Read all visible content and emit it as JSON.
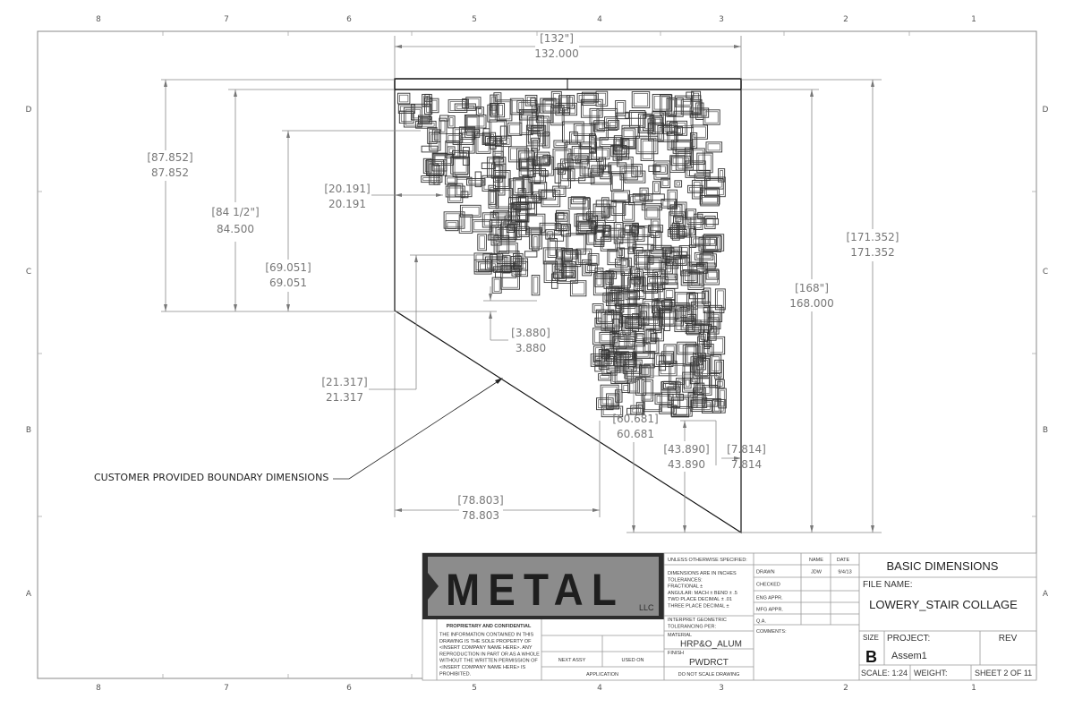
{
  "zones": {
    "columns": [
      "8",
      "7",
      "6",
      "5",
      "4",
      "3",
      "2",
      "1"
    ],
    "rows": [
      "D",
      "C",
      "B",
      "A"
    ]
  },
  "dimensions": {
    "width_top": {
      "bracket": "[132\"]",
      "value": "132.000"
    },
    "height_left_outer": {
      "bracket": "[87.852]",
      "value": "87.852"
    },
    "height_left_mid": {
      "bracket": "[84 1/2\"]",
      "value": "84.500"
    },
    "height_left_inner": {
      "bracket": "[69.051]",
      "value": "69.051"
    },
    "offset_left": {
      "bracket": "[20.191]",
      "value": "20.191"
    },
    "gap_small": {
      "bracket": "[3.880]",
      "value": "3.880"
    },
    "height_lower": {
      "bracket": "[21.317]",
      "value": "21.317"
    },
    "height_right_a": {
      "bracket": "[60.681]",
      "value": "60.681"
    },
    "height_right_b": {
      "bracket": "[43.890]",
      "value": "43.890"
    },
    "offset_right": {
      "bracket": "[7.814]",
      "value": "7.814"
    },
    "width_bottom": {
      "bracket": "[78.803]",
      "value": "78.803"
    },
    "height_right_inner": {
      "bracket": "[168\"]",
      "value": "168.000"
    },
    "height_right_outer": {
      "bracket": "[171.352]",
      "value": "171.352"
    }
  },
  "annotation": "CUSTOMER PROVIDED BOUNDARY DIMENSIONS",
  "title_block": {
    "logo": {
      "main": "METAL",
      "sub": "LLC"
    },
    "proprietary_title": "PROPRIETARY AND CONFIDENTIAL",
    "proprietary_lines": [
      "THE INFORMATION CONTAINED IN THIS",
      "DRAWING IS THE SOLE PROPERTY OF",
      "<INSERT COMPANY NAME HERE>.  ANY",
      "REPRODUCTION IN PART OR AS A WHOLE",
      "WITHOUT THE WRITTEN PERMISSION OF",
      "<INSERT COMPANY NAME HERE> IS",
      "PROHIBITED."
    ],
    "next_assy": "NEXT ASSY",
    "used_on": "USED ON",
    "application": "APPLICATION",
    "unless": "UNLESS OTHERWISE SPECIFIED:",
    "tolerance_lines": [
      "DIMENSIONS ARE IN INCHES",
      "TOLERANCES:",
      "FRACTIONAL ±",
      "ANGULAR: MACH ±    BEND ± .5",
      "TWO PLACE DECIMAL    ± .01",
      "THREE PLACE DECIMAL  ±"
    ],
    "interpret_lines": [
      "INTERPRET GEOMETRIC",
      "TOLERANCING PER:"
    ],
    "material_label": "MATERIAL",
    "material": "HRP&O_ALUM",
    "finish_label": "FINISH",
    "finish": "PWDRCT",
    "do_not_scale": "DO NOT SCALE DRAWING",
    "name_header": "NAME",
    "date_header": "DATE",
    "approvals": [
      {
        "role": "DRAWN",
        "name": "JDW",
        "date": "9/4/13"
      },
      {
        "role": "CHECKED",
        "name": "",
        "date": ""
      },
      {
        "role": "ENG APPR.",
        "name": "",
        "date": ""
      },
      {
        "role": "MFG APPR.",
        "name": "",
        "date": ""
      },
      {
        "role": "Q.A.",
        "name": "",
        "date": ""
      }
    ],
    "comments_label": "COMMENTS:",
    "title": "BASIC DIMENSIONS",
    "file_name_label": "FILE NAME:",
    "file_name": "LOWERY_STAIR COLLAGE",
    "size_label": "SIZE",
    "size": "B",
    "project_label": "PROJECT:",
    "project": "Assem1",
    "rev_label": "REV",
    "scale": "SCALE: 1:24",
    "weight": "WEIGHT:",
    "sheet": "SHEET 2 OF 11"
  }
}
